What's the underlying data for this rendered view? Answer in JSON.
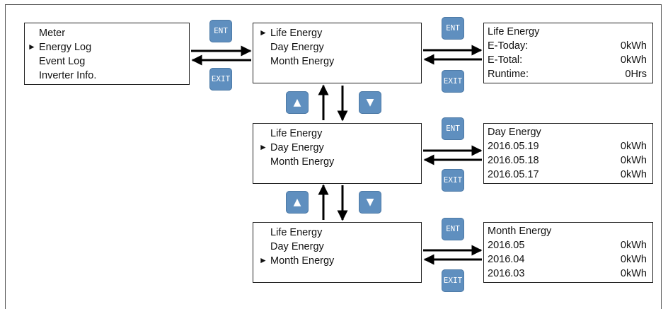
{
  "buttons": {
    "enter": "ENT",
    "exit": "EXIT",
    "up": "▲",
    "down": "▼"
  },
  "marker": "►",
  "main_menu": {
    "items": [
      "Meter",
      "Energy Log",
      "Event Log",
      "Inverter Info."
    ],
    "selected": 1
  },
  "energy_log_menu": {
    "items": [
      "Life Energy",
      "Day Energy",
      "Month Energy"
    ]
  },
  "submenus": [
    {
      "selected": 0
    },
    {
      "selected": 1
    },
    {
      "selected": 2
    }
  ],
  "life_energy": {
    "title": "Life Energy",
    "rows": [
      {
        "label": "E-Today:",
        "value": "0kWh"
      },
      {
        "label": "E-Total:",
        "value": "0kWh"
      },
      {
        "label": "Runtime:",
        "value": "0Hrs"
      }
    ]
  },
  "day_energy": {
    "title": "Day Energy",
    "rows": [
      {
        "label": "2016.05.19",
        "value": "0kWh"
      },
      {
        "label": "2016.05.18",
        "value": "0kWh"
      },
      {
        "label": "2016.05.17",
        "value": "0kWh"
      }
    ]
  },
  "month_energy": {
    "title": "Month Energy",
    "rows": [
      {
        "label": "2016.05",
        "value": "0kWh"
      },
      {
        "label": "2016.04",
        "value": "0kWh"
      },
      {
        "label": "2016.03",
        "value": "0kWh"
      }
    ]
  }
}
